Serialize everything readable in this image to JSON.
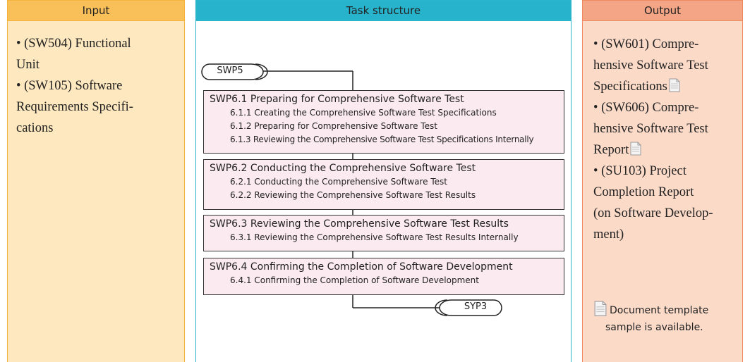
{
  "input": {
    "header": "Input",
    "items": [
      "• (SW504) Functional",
      "Unit",
      "• (SW105) Software",
      "Requirements Specifi-",
      "cations"
    ]
  },
  "task": {
    "header": "Task structure",
    "start_label": "SWP5",
    "end_label": "SYP3",
    "groups": [
      {
        "title": "SWP6.1  Preparing for Comprehensive Software Test",
        "subs": [
          "6.1.1  Creating the Comprehensive Software Test Specifications",
          "6.1.2  Preparing for Comprehensive Software Test",
          "6.1.3  Reviewing the Comprehensive Software Test Specifications Internally"
        ]
      },
      {
        "title": "SWP6.2  Conducting the Comprehensive Software Test",
        "subs": [
          "6.2.1  Conducting the Comprehensive Software Test",
          "6.2.2  Reviewing the Comprehensive Software Test Results"
        ]
      },
      {
        "title": "SWP6.3  Reviewing the Comprehensive Software Test Results",
        "subs": [
          "6.3.1  Reviewing the Comprehensive Software Test Results Internally"
        ]
      },
      {
        "title": "SWP6.4  Confirming the Completion of Software Development",
        "subs": [
          "6.4.1  Confirming the Completion of Software Development"
        ]
      }
    ]
  },
  "output": {
    "header": "Output",
    "lines": [
      "• (SW601) Compre-",
      "hensive Software Test",
      "Specifications",
      "• (SW606) Compre-",
      "hensive Software Test",
      "Report",
      "• (SU103) Project",
      "Completion Report",
      "(on Software Develop-",
      "ment)"
    ],
    "note_line1": "Document template",
    "note_line2": "sample is available."
  }
}
